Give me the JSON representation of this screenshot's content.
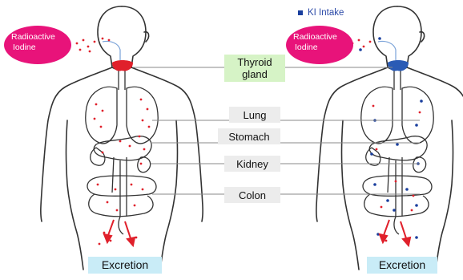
{
  "legend": {
    "label": "KI Intake",
    "marker_color": "#1a3f9e"
  },
  "labels": {
    "thyroid": "Thyroid\ngland",
    "lung": "Lung",
    "stomach": "Stomach",
    "kidney": "Kidney",
    "colon": "Colon",
    "excretion_left": "Excretion",
    "excretion_right": "Excretion"
  },
  "bubbles": {
    "left": {
      "line1": "Radioactive",
      "line2": "Iodine"
    },
    "right": {
      "line1": "Radioactive",
      "line2": "Iodine"
    }
  },
  "colors": {
    "radioactive_dot": "#e0202b",
    "ki_dot": "#1a3f9e",
    "bubble": "#e8137a",
    "thyroid_left": "#e0202b",
    "thyroid_right": "#2a5bb5",
    "airway": "#7aa2d8"
  }
}
